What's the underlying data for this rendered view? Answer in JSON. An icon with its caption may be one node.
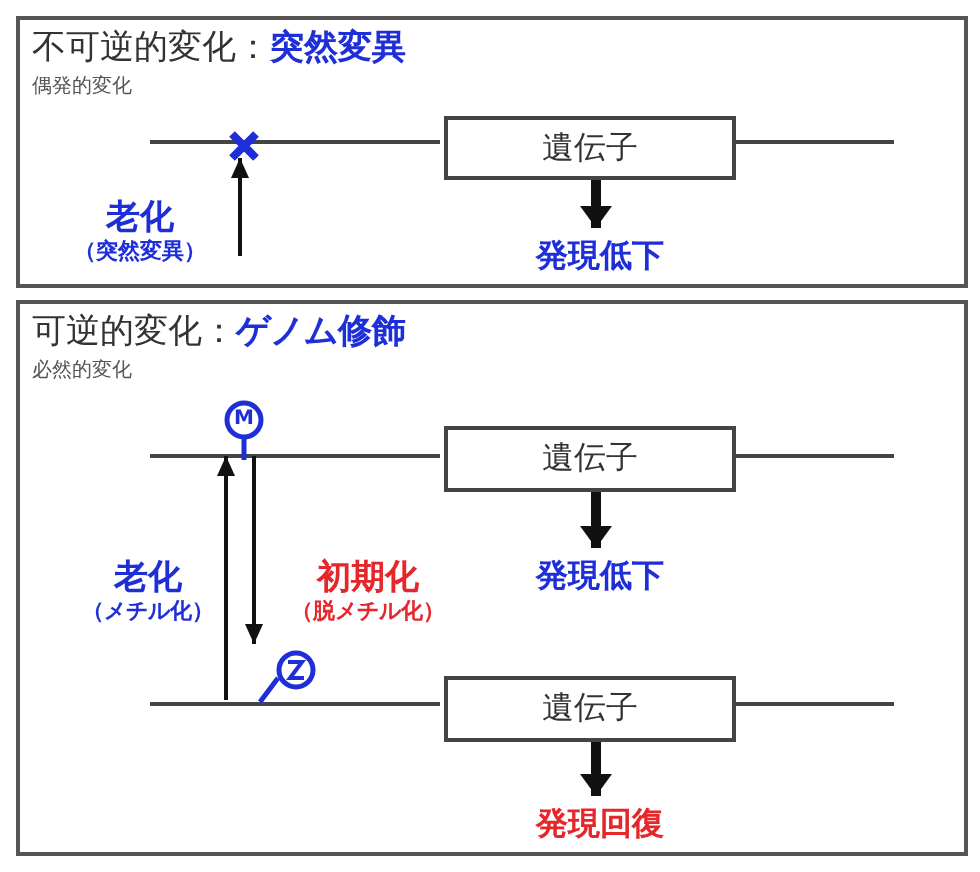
{
  "diagram": {
    "nodes": [
      {
        "text": [
          "不可逆的変化：**突然変異**",
          "偶発的変化"
        ]
      },
      {
        "text": [
          "遺伝子"
        ],
        "in": 0
      },
      {
        "text": [
          "発現低下"
        ],
        "in": 0
      },
      {
        "text": [
          "老化",
          "（突然変異）"
        ],
        "in": 0
      },
      {
        "text": [],
        "shape": "cross",
        "in": 0
      },
      {
        "text": [
          "可逆的変化：**ゲノム修飾**",
          "必然的変化"
        ]
      },
      {
        "text": [
          "遺伝子"
        ],
        "in": 5
      },
      {
        "text": [
          "発現低下"
        ],
        "in": 5
      },
      {
        "text": [
          "遺伝子"
        ],
        "in": 5
      },
      {
        "text": [
          "発現回復"
        ],
        "in": 5
      },
      {
        "text": [
          "M"
        ],
        "in": 5
      },
      {
        "text": [],
        "shape": "circle",
        "in": 5
      },
      {
        "text": [
          "老化",
          "（メチル化）"
        ],
        "in": 5
      },
      {
        "text": [
          "初期化",
          "（脱メチル化）"
        ],
        "in": 5
      }
    ],
    "edges": [
      {
        "from": null,
        "to": 4,
        "arrow": "to"
      },
      {
        "from": 1,
        "to": 2,
        "arrow": "to",
        "style": "thick"
      },
      {
        "from": null,
        "to": 10,
        "arrow": "to"
      },
      {
        "from": 10,
        "to": 11,
        "arrow": "to"
      },
      {
        "from": 6,
        "to": 7,
        "arrow": "to",
        "style": "thick"
      },
      {
        "from": 8,
        "to": 9,
        "arrow": "to",
        "style": "thick"
      }
    ]
  }
}
